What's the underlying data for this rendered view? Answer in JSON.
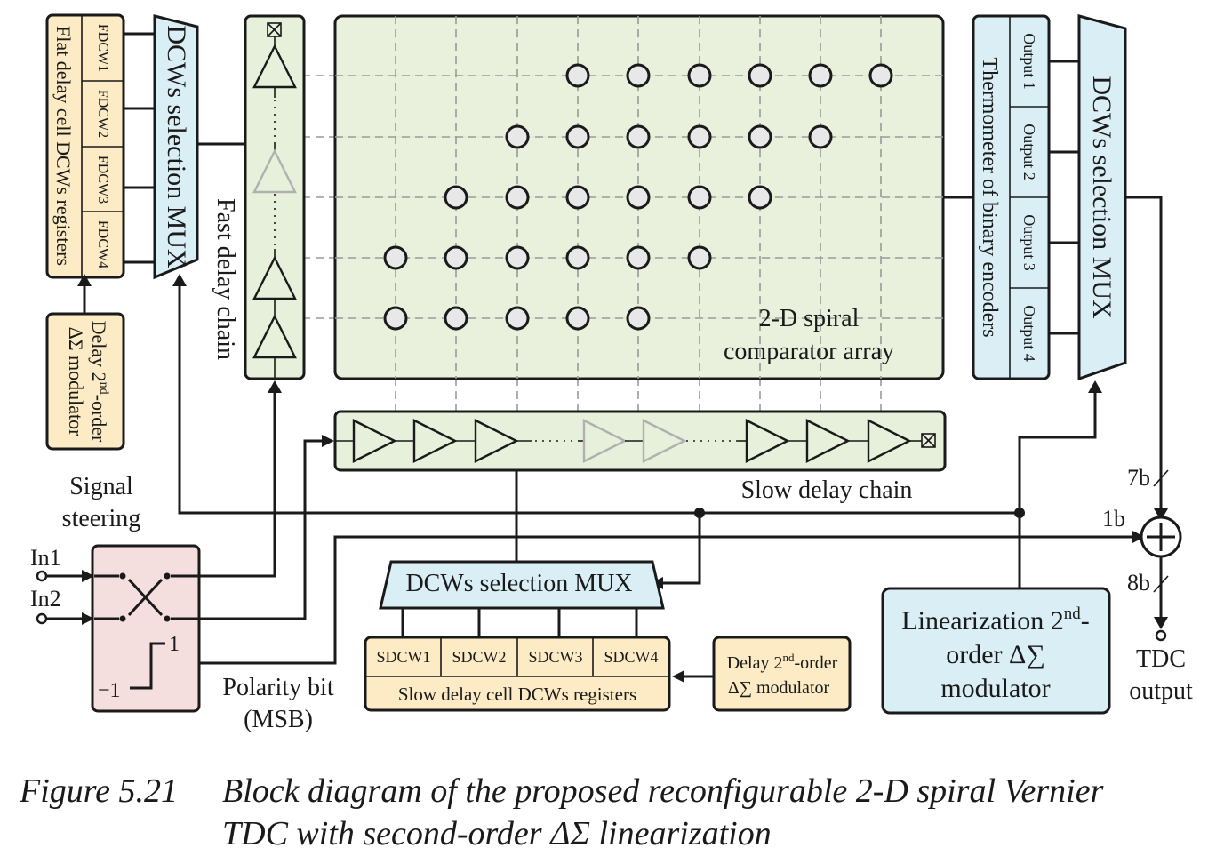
{
  "left_registers": {
    "title": "Flat delay cell DCWs registers",
    "cells": [
      "FDCW1",
      "FDCW2",
      "FDCW3",
      "FDCW4"
    ]
  },
  "left_mux": "DCWs selection MUX",
  "left_modulator": {
    "line1": "Delay 2",
    "sup": "nd",
    "line1_end": "-order",
    "line2": "ΔΣ modulator"
  },
  "fast_chain": "Fast delay chain",
  "array": {
    "line1": "2-D spiral",
    "line2": "comparator array"
  },
  "encoders": {
    "title": "Thermometer of binary encoders",
    "outputs": [
      "Output 1",
      "Output 2",
      "Output 3",
      "Output 4"
    ]
  },
  "right_mux": "DCWs selection MUX",
  "slow_chain": "Slow delay chain",
  "signal_steering": {
    "line1": "Signal",
    "line2": "steering"
  },
  "inputs": {
    "in1": "In1",
    "in2": "In2"
  },
  "sign_block": {
    "pos": "1",
    "neg": "−1"
  },
  "polarity": {
    "line1": "Polarity bit",
    "line2": "(MSB)"
  },
  "bottom_mux": "DCWs selection MUX",
  "slow_registers": {
    "cells": [
      "SDCW1",
      "SDCW2",
      "SDCW3",
      "SDCW4"
    ],
    "title": "Slow delay cell DCWs registers"
  },
  "bottom_modulator": {
    "line1": "Delay 2",
    "sup": "nd",
    "line1_end": "-order",
    "line2": "Δ∑ modulator"
  },
  "linearization": {
    "line1": "Linearization 2",
    "sup": "nd",
    "line1_end": "-",
    "line2": "order Δ∑",
    "line3": "modulator"
  },
  "bus_labels": {
    "b7": "7b",
    "b1": "1b",
    "b8": "8b"
  },
  "tdc_output": {
    "line1": "TDC",
    "line2": "output"
  },
  "caption": {
    "number": "Figure 5.21",
    "line1": "Block diagram of the proposed reconfigurable 2-D spiral Vernier",
    "line2": "TDC with second-order ΔΣ linearization"
  },
  "colors": {
    "yellow": "#fcebc4",
    "blue": "#daeef6",
    "green": "#e7f0da",
    "pink": "#f4dede"
  }
}
